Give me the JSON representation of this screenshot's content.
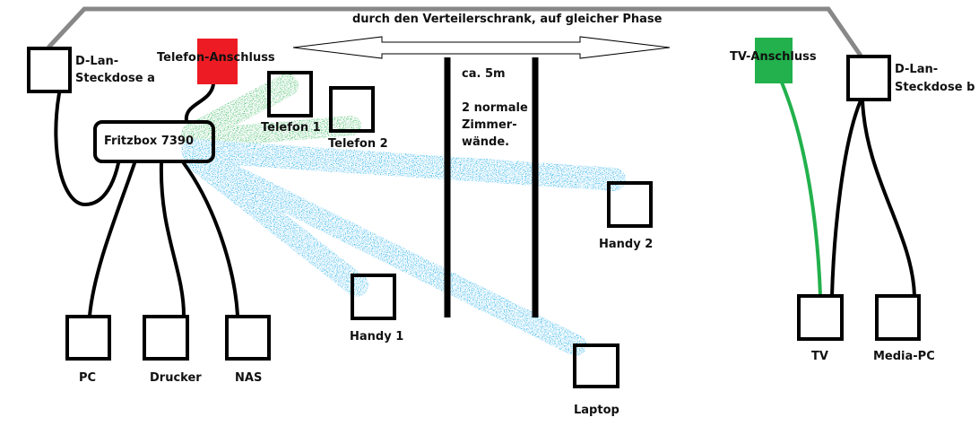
{
  "title": "durch den Verteilerschrank, auf gleicher Phase",
  "colors": {
    "telefon_anschluss": "#ed1c24",
    "tv_anschluss": "#22b14c",
    "dect": "#22b14c",
    "wifi": "#00a2e8",
    "powerline": "#888888"
  },
  "nodes": {
    "dlan_a": {
      "line1": "D-Lan-",
      "line2": "Steckdose a"
    },
    "dlan_b": {
      "line1": "D-Lan-",
      "line2": "Steckdose b"
    },
    "telefon_anschluss": "Telefon-Anschluss",
    "tv_anschluss": "TV-Anschluss",
    "fritzbox": "Fritzbox 7390",
    "telefon1": "Telefon 1",
    "telefon2": "Telefon 2",
    "handy1": "Handy 1",
    "handy2": "Handy 2",
    "laptop": "Laptop",
    "pc": "PC",
    "drucker": "Drucker",
    "nas": "NAS",
    "tv": "TV",
    "media_pc": "Media-PC"
  },
  "walls": {
    "distance": "ca.  5m",
    "line1": "2 normale",
    "line2": "Zimmer-",
    "line3": "wände."
  }
}
